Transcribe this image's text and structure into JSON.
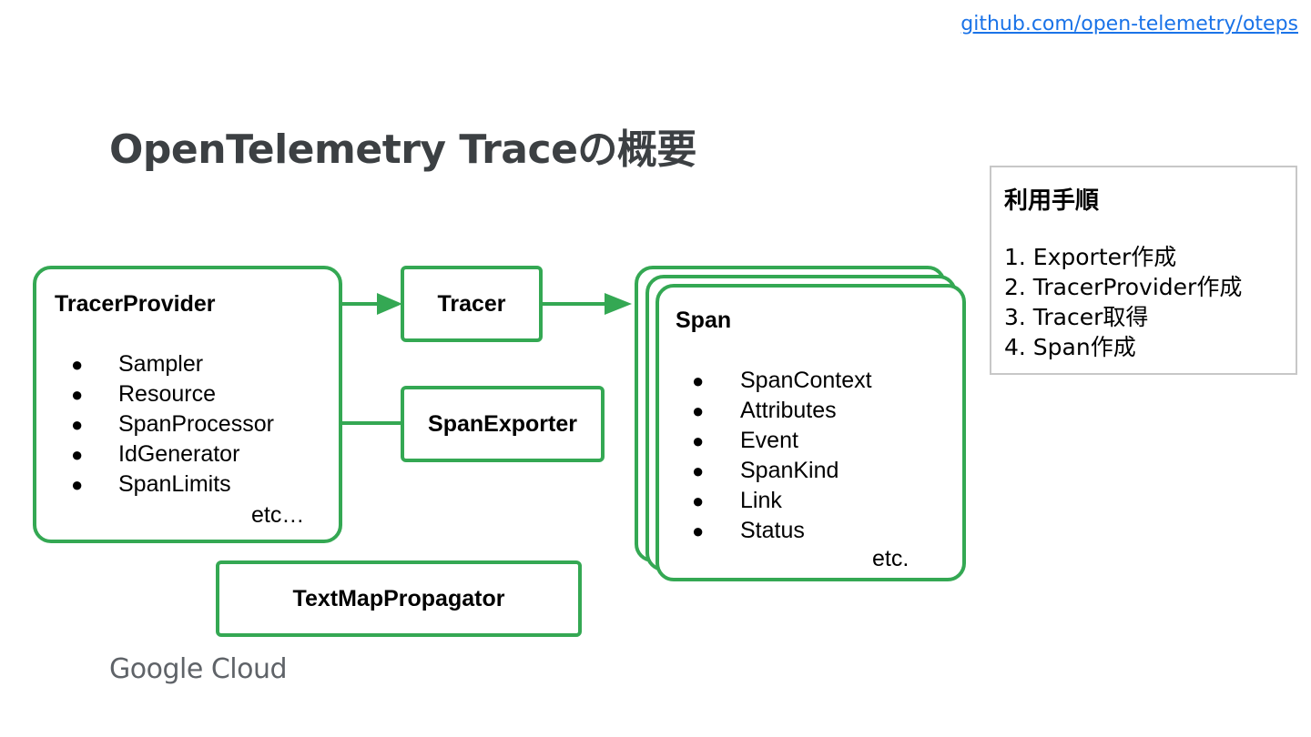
{
  "header": {
    "link_text": "github.com/open-telemetry/oteps"
  },
  "slide": {
    "title": "OpenTelemetry Traceの概要"
  },
  "tracer_provider": {
    "title": "TracerProvider",
    "items": [
      "Sampler",
      "Resource",
      "SpanProcessor",
      "IdGenerator",
      "SpanLimits"
    ],
    "etc": "etc…"
  },
  "tracer": {
    "title": "Tracer"
  },
  "span_exporter": {
    "title": "SpanExporter"
  },
  "text_map_propagator": {
    "title": "TextMapPropagator"
  },
  "span": {
    "title": "Span",
    "items": [
      "SpanContext",
      "Attributes",
      "Event",
      "SpanKind",
      "Link",
      "Status"
    ],
    "etc": "etc."
  },
  "usage_steps": {
    "title": "利用手順",
    "steps": [
      "1. Exporter作成",
      "2. TracerProvider作成",
      "3. Tracer取得",
      "4. Span作成"
    ]
  },
  "bullet_glyph": "●",
  "footer": {
    "logo_text": "Google Cloud"
  },
  "colors": {
    "accent_green": "#34a853",
    "link_blue": "#1a73e8",
    "title_gray": "#3c4043"
  }
}
